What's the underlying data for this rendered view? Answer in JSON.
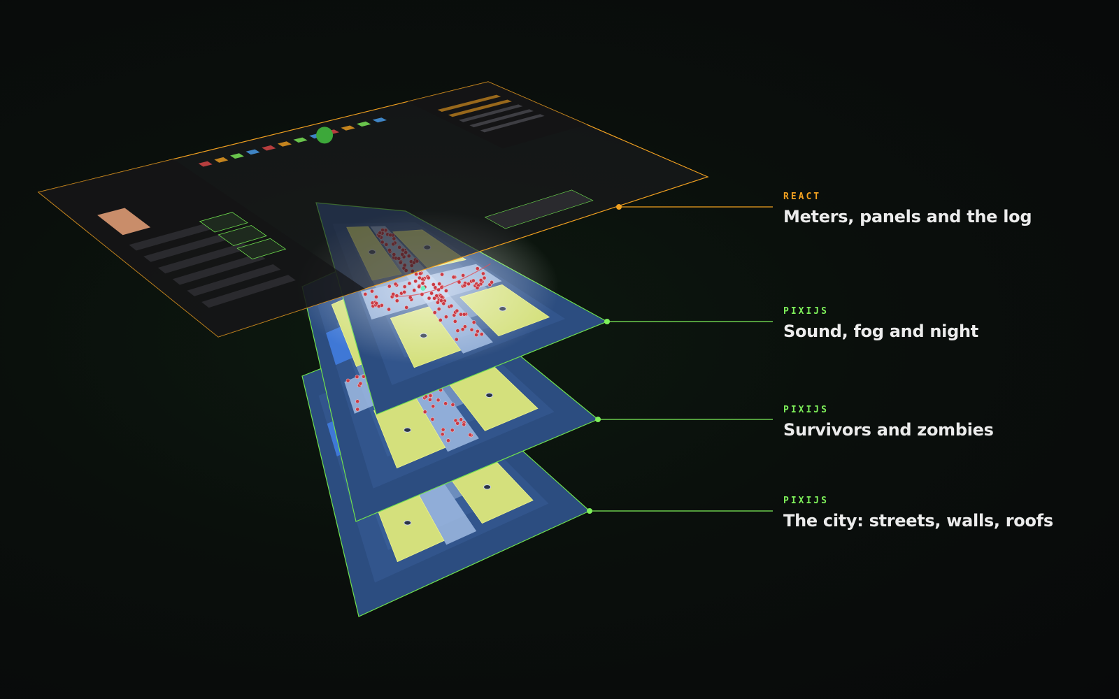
{
  "colors": {
    "react": "#f0a020",
    "pixi": "#7ef05a",
    "map_base": "#2c4d80",
    "map_ring": "#34588f",
    "street": "#aec8ee",
    "roof": "#d4e07c",
    "zombie": "#c93a44",
    "panel": "#1b1b1e"
  },
  "icons": {
    "survivor_portrait": "pixel-avatar-icon",
    "zombie_dot": "zombie-marker-icon",
    "roof_vent": "vent-icon",
    "connector": "connector-dot-icon"
  },
  "layers": [
    {
      "id": "ui",
      "tag": "REACT",
      "title": "Meters, panels and the log",
      "accent": "react"
    },
    {
      "id": "fog",
      "tag": "PIXIJS",
      "title": "Sound, fog and night",
      "accent": "pixi"
    },
    {
      "id": "actors",
      "tag": "PIXIJS",
      "title": "Survivors and zombies",
      "accent": "pixi"
    },
    {
      "id": "city",
      "tag": "PIXIJS",
      "title": "The city: streets, walls, roofs",
      "accent": "pixi"
    }
  ]
}
